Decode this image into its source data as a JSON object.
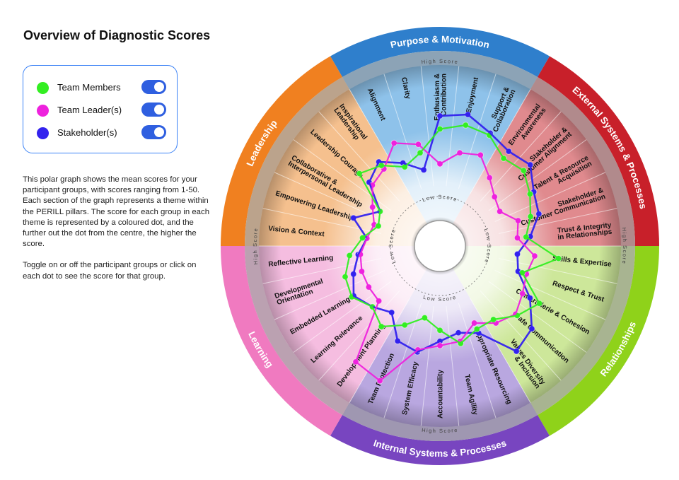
{
  "page": {
    "title": "Overview of Diagnostic Scores"
  },
  "legend": {
    "items": [
      {
        "label": "Team Members",
        "color": "#33ee22",
        "enabled": true
      },
      {
        "label": "Team Leader(s)",
        "color": "#ee22dd",
        "enabled": true
      },
      {
        "label": "Stakeholder(s)",
        "color": "#3322ee",
        "enabled": true
      }
    ],
    "toggle_color": "#2f5fe0"
  },
  "description": {
    "p1": "This polar graph shows the mean scores for your participant groups, with scores ranging from 1-50. Each section of the graph represents a theme within the PERILL pillars. The score for each group in each theme is represented by a coloured dot, and the further out the dot from the centre, the higher the score.",
    "p2": "Toggle on or off the participant groups or click on each dot to see the score for that group."
  },
  "chart_data": {
    "type": "polar",
    "title": "Overview of Diagnostic Scores",
    "scale": [
      1,
      50
    ],
    "inner_label": "Low Score",
    "outer_label": "High Score",
    "series_names": [
      "Team Members",
      "Team Leader(s)",
      "Stakeholder(s)"
    ],
    "series_colors": [
      "#33ee22",
      "#ee22dd",
      "#3322ee"
    ],
    "pillars": [
      {
        "name": "Purpose & Motivation",
        "color": "#2f7fcc",
        "fill": "#8ec2ea",
        "themes": [
          "Alignment",
          "Clarity",
          "Enthusiasm & Contribution",
          "Enjoyment",
          "Support & Collaboration"
        ]
      },
      {
        "name": "External Systems & Processes",
        "color": "#c8202a",
        "fill": "#e08a8e",
        "themes": [
          "Environmental Awareness",
          "Stakeholder & Customer Alignment",
          "Talent & Resource Acquisition",
          "Stakeholder & Customer Communication",
          "Trust & Integrity in Relationships"
        ]
      },
      {
        "name": "Relationships",
        "color": "#8fd21a",
        "fill": "#cde79a",
        "themes": [
          "Skills & Expertise",
          "Respect & Trust",
          "Camaraderie & Cohesion",
          "Safe Communication",
          "Values Diversity & Inclusion"
        ]
      },
      {
        "name": "Internal Systems & Processes",
        "color": "#7845c0",
        "fill": "#b9a7e0",
        "themes": [
          "Appropriate Resourcing",
          "Team Agility",
          "Accountability",
          "System Efficacy",
          "Team Protection"
        ]
      },
      {
        "name": "Learning",
        "color": "#f07ac0",
        "fill": "#f5bde0",
        "themes": [
          "Development Planning",
          "Learning Relevance",
          "Embedded Learning",
          "Developmental Orientation",
          "Reflective Learning"
        ]
      },
      {
        "name": "Leadership",
        "color": "#f08020",
        "fill": "#f5c08e",
        "themes": [
          "Vision & Context",
          "Empowering Leadership",
          "Collaborative & Interpersonal Leadership",
          "Leadership Courage",
          "Inspirational Leadership"
        ]
      }
    ],
    "series": [
      {
        "name": "Team Members",
        "values": [
          18,
          22,
          32,
          35,
          34,
          28,
          30,
          26,
          22,
          18,
          33,
          18,
          31,
          26,
          20,
          20,
          24,
          17,
          12,
          18,
          24,
          20,
          25,
          24,
          20,
          14,
          8,
          10,
          28,
          24
        ]
      },
      {
        "name": "Team Leader(s)",
        "values": [
          30,
          26,
          16,
          22,
          24,
          17,
          12,
          10,
          16,
          14,
          22,
          20,
          22,
          25,
          22,
          17,
          23,
          24,
          27,
          46,
          44,
          16,
          16,
          16,
          15,
          12,
          10,
          14,
          20,
          22
        ]
      },
      {
        "name": "Stakeholder(s)",
        "values": [
          20,
          14,
          38,
          40,
          35,
          32,
          34,
          28,
          26,
          20,
          14,
          16,
          26,
          35,
          38,
          22,
          19,
          22,
          28,
          26,
          16,
          20,
          24,
          20,
          16,
          12,
          20,
          10,
          22,
          26
        ]
      }
    ]
  }
}
